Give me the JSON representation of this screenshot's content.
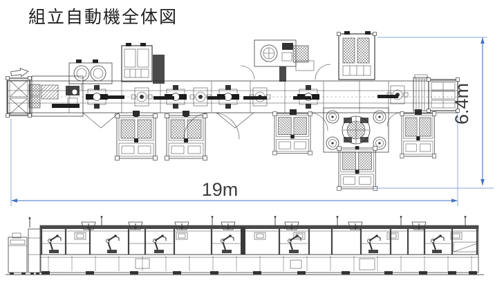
{
  "page": {
    "title": "組立自動機全体図"
  },
  "dimensions": {
    "width": "19m",
    "height": "6.4m",
    "accent_color": "#4472c4"
  },
  "icons": {
    "flow_arrow": "⇨"
  }
}
